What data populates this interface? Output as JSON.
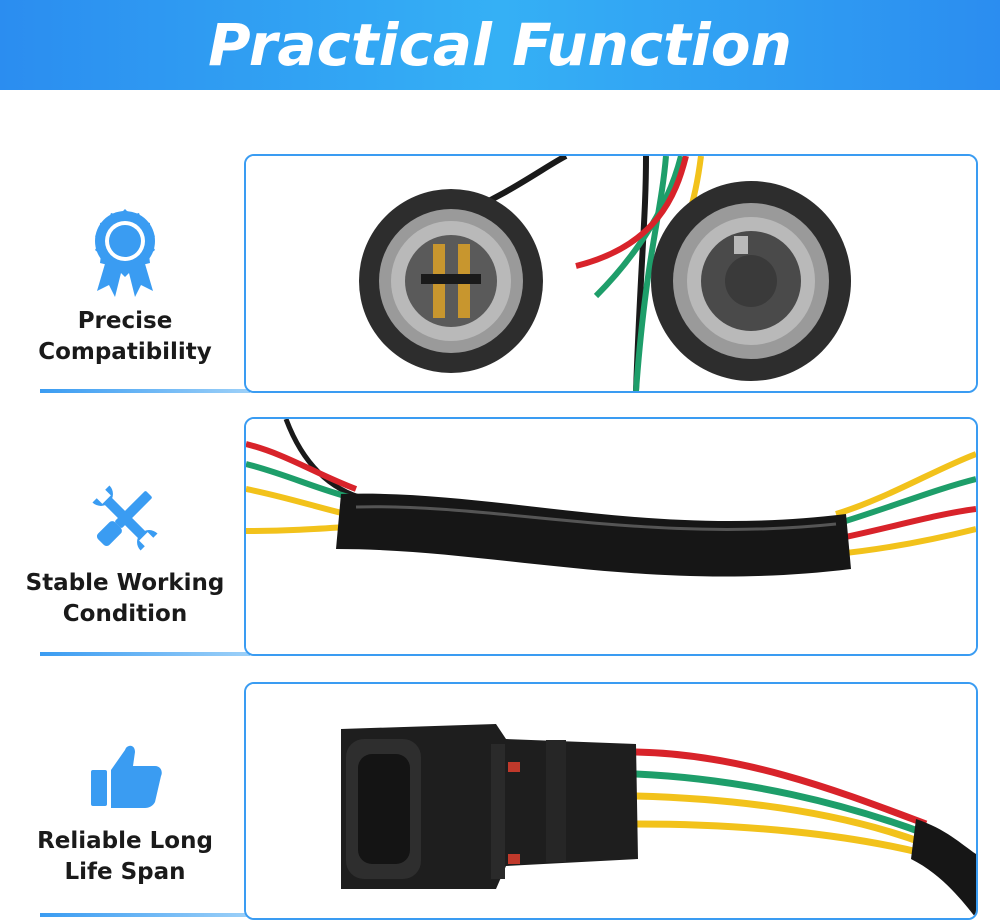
{
  "header": {
    "title": "Practical Function",
    "background_color": "#2b8df0"
  },
  "features": [
    {
      "icon": "award-ribbon-icon",
      "line1": "Precise",
      "line2": "Compatibility"
    },
    {
      "icon": "wrench-screwdriver-icon",
      "line1": "Stable Working",
      "line2": "Condition"
    },
    {
      "icon": "thumbs-up-icon",
      "line1": "Reliable Long",
      "line2": "Life Span"
    }
  ],
  "panels": [
    {
      "depicts": "bulb-socket-pair"
    },
    {
      "depicts": "wire-harness-sleeve"
    },
    {
      "depicts": "connector-plug"
    }
  ],
  "colors": {
    "accent": "#3a9cf2",
    "wire_red": "#d8232a",
    "wire_green": "#1e9e6a",
    "wire_yellow": "#f2c21b",
    "wire_black": "#1a1a1a"
  }
}
